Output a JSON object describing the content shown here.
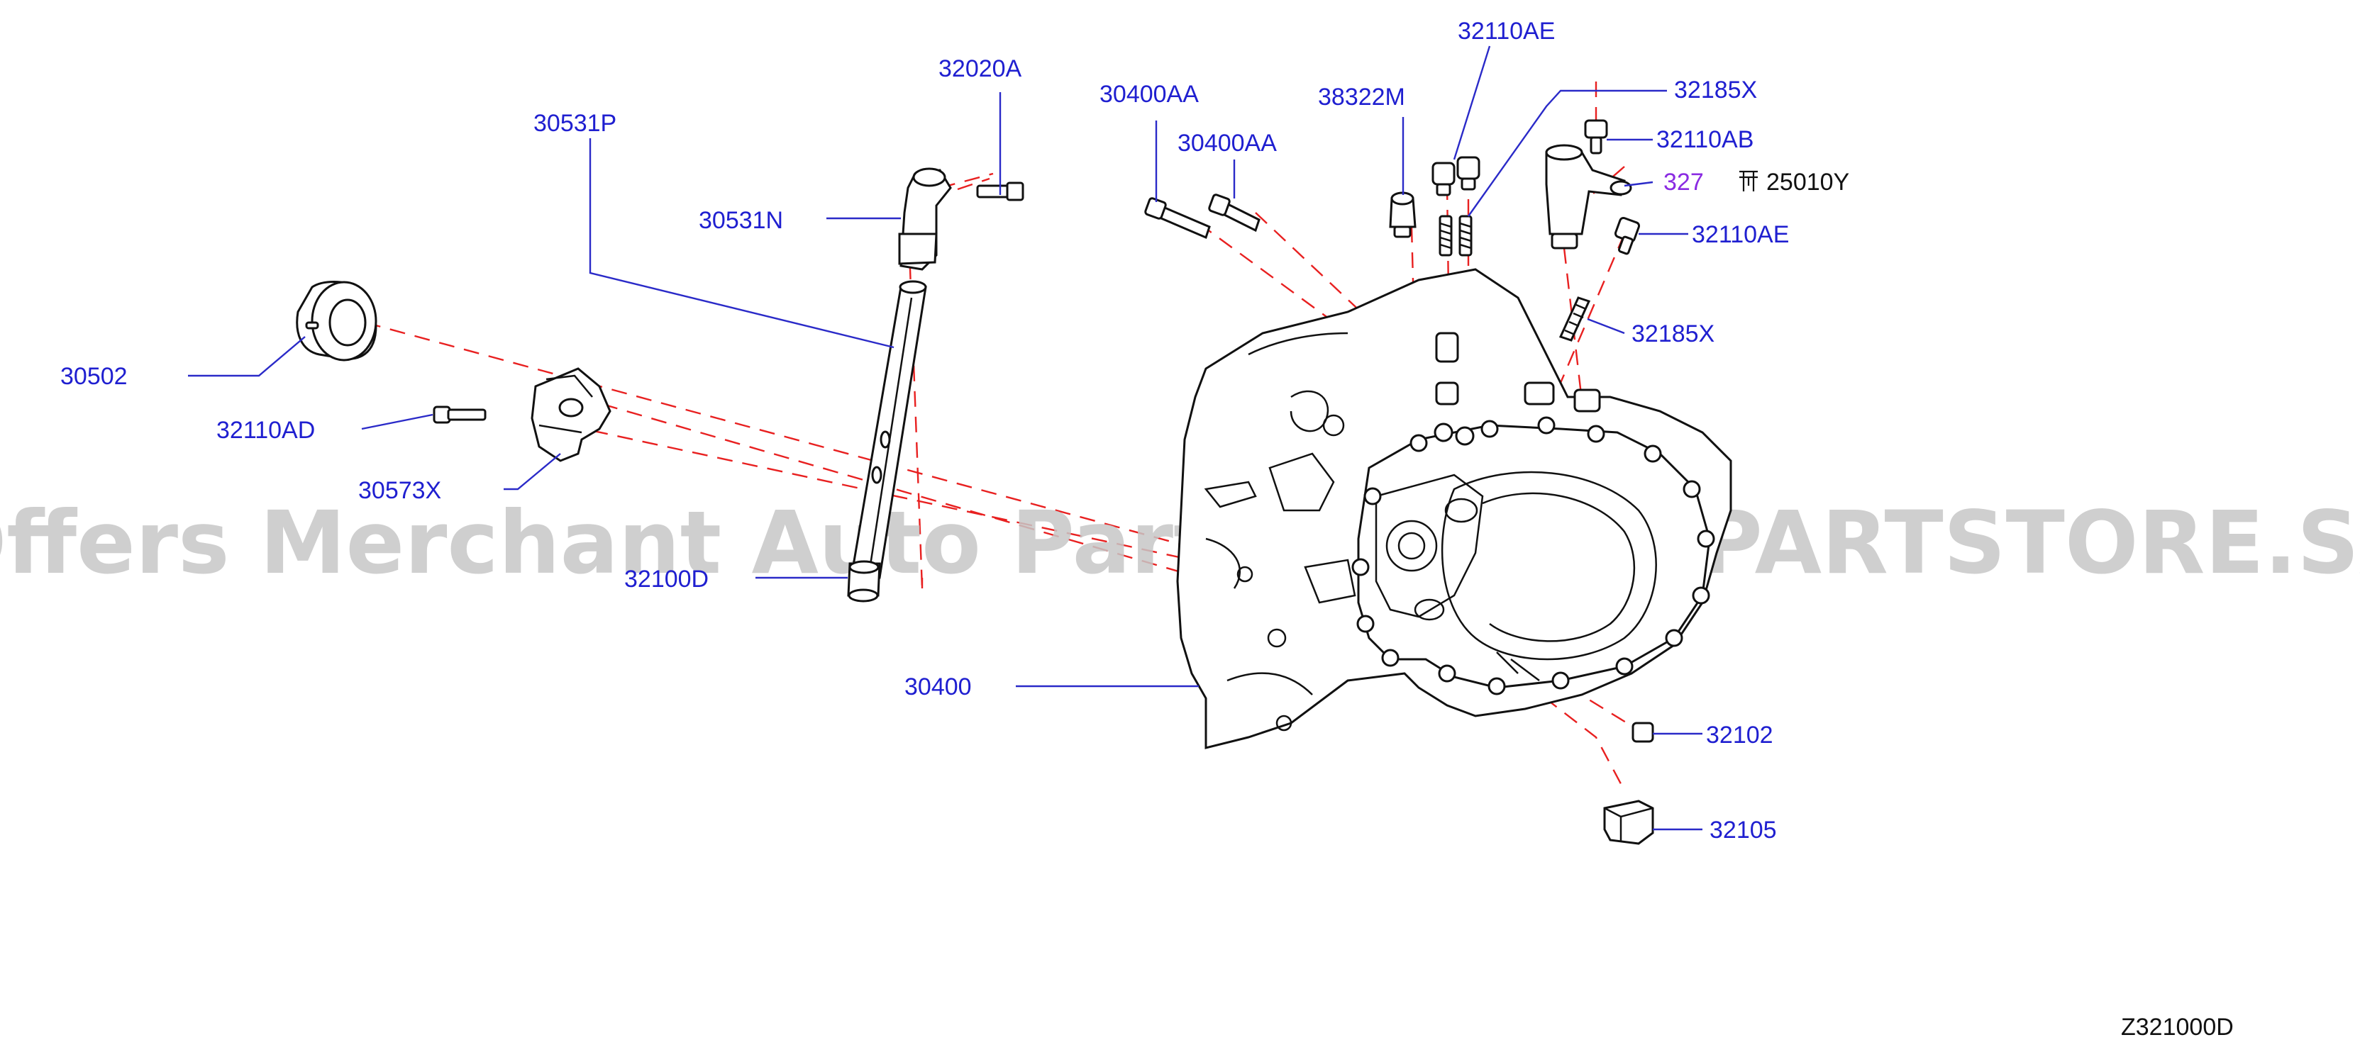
{
  "watermark": "Offers Merchant Auto Parts Catalog PARTSTORE.SA",
  "diagram_code": "Z321000D",
  "labels": {
    "p32020A": "32020A",
    "p30531P": "30531P",
    "p30531N": "30531N",
    "p30502": "30502",
    "p32110AD": "32110AD",
    "p30573X": "30573X",
    "p32100D": "32100D",
    "p30400": "30400",
    "p30400AA_a": "30400AA",
    "p30400AA_b": "30400AA",
    "p38322M": "38322M",
    "p32110AE_a": "32110AE",
    "p32185X_a": "32185X",
    "p32110AB": "32110AB",
    "p327": "327",
    "p25010Y": "25010Y",
    "p32110AE_b": "32110AE",
    "p32185X_b": "32185X",
    "p32102": "32102",
    "p32105": "32105"
  },
  "colors": {
    "label": "#1f1fd0",
    "reference": "#8a2be2",
    "leader": "#2a2ac8",
    "dashed": "#e82020",
    "outline": "#111111",
    "watermark": "#c7c7c7"
  },
  "icons": {
    "p25010Y": "connector-symbol-icon"
  }
}
